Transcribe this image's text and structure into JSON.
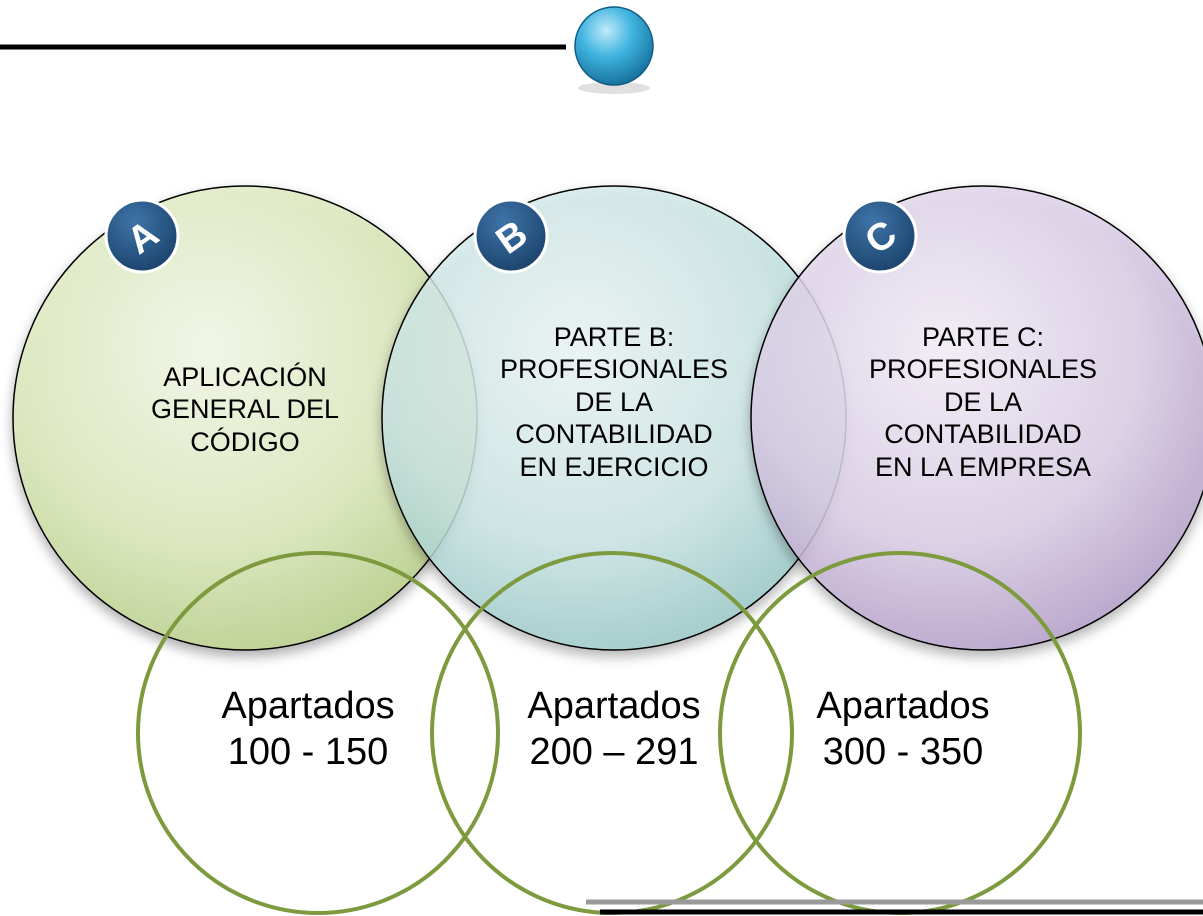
{
  "parts": [
    {
      "badge": "A",
      "lines": [
        "APLICACIÓN",
        "GENERAL DEL",
        "CÓDIGO"
      ]
    },
    {
      "badge": "B",
      "lines": [
        "PARTE B:",
        "PROFESIONALES",
        "DE LA",
        "CONTABILIDAD",
        "EN EJERCICIO"
      ]
    },
    {
      "badge": "C",
      "lines": [
        "PARTE C:",
        "PROFESIONALES",
        "DE LA",
        "CONTABILIDAD",
        "EN LA EMPRESA"
      ]
    }
  ],
  "ranges": [
    {
      "lines": [
        "Apartados",
        "100 - 150"
      ]
    },
    {
      "lines": [
        "Apartados",
        "200 – 291"
      ]
    },
    {
      "lines": [
        "Apartados",
        "300 - 350"
      ]
    }
  ],
  "colors": {
    "part_a_fill": "#d7e6b4",
    "part_b_fill": "#c5e4e4",
    "part_c_fill": "#d5c8e2",
    "range_ring": "#7d9a3e",
    "badge": "#1f4e79",
    "accent_ball": "#29a3d6",
    "rule": "#000000"
  }
}
